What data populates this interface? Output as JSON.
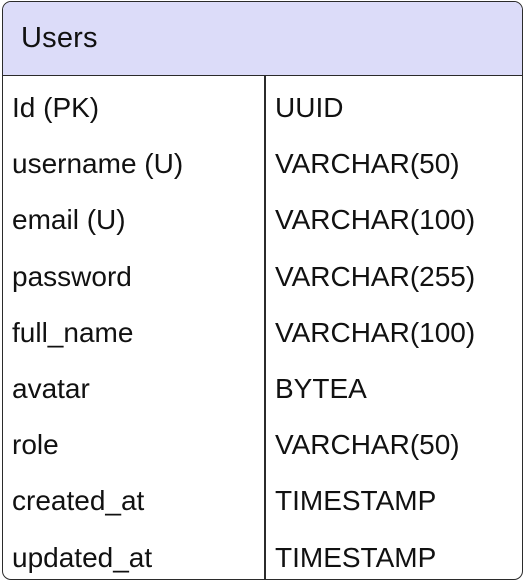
{
  "entity": {
    "title": "Users",
    "colors": {
      "header_bg": "#dcdcf9",
      "border": "#2b2b2b",
      "body_bg": "#ffffff",
      "text": "#111111"
    },
    "fields": [
      {
        "name": "Id (PK)",
        "type": "UUID"
      },
      {
        "name": "username (U)",
        "type": "VARCHAR(50)"
      },
      {
        "name": "email (U)",
        "type": "VARCHAR(100)"
      },
      {
        "name": "password",
        "type": "VARCHAR(255)"
      },
      {
        "name": "full_name",
        "type": "VARCHAR(100)"
      },
      {
        "name": "avatar",
        "type": "BYTEA"
      },
      {
        "name": "role",
        "type": "VARCHAR(50)"
      },
      {
        "name": "created_at",
        "type": "TIMESTAMP"
      },
      {
        "name": "updated_at",
        "type": "TIMESTAMP"
      }
    ]
  }
}
